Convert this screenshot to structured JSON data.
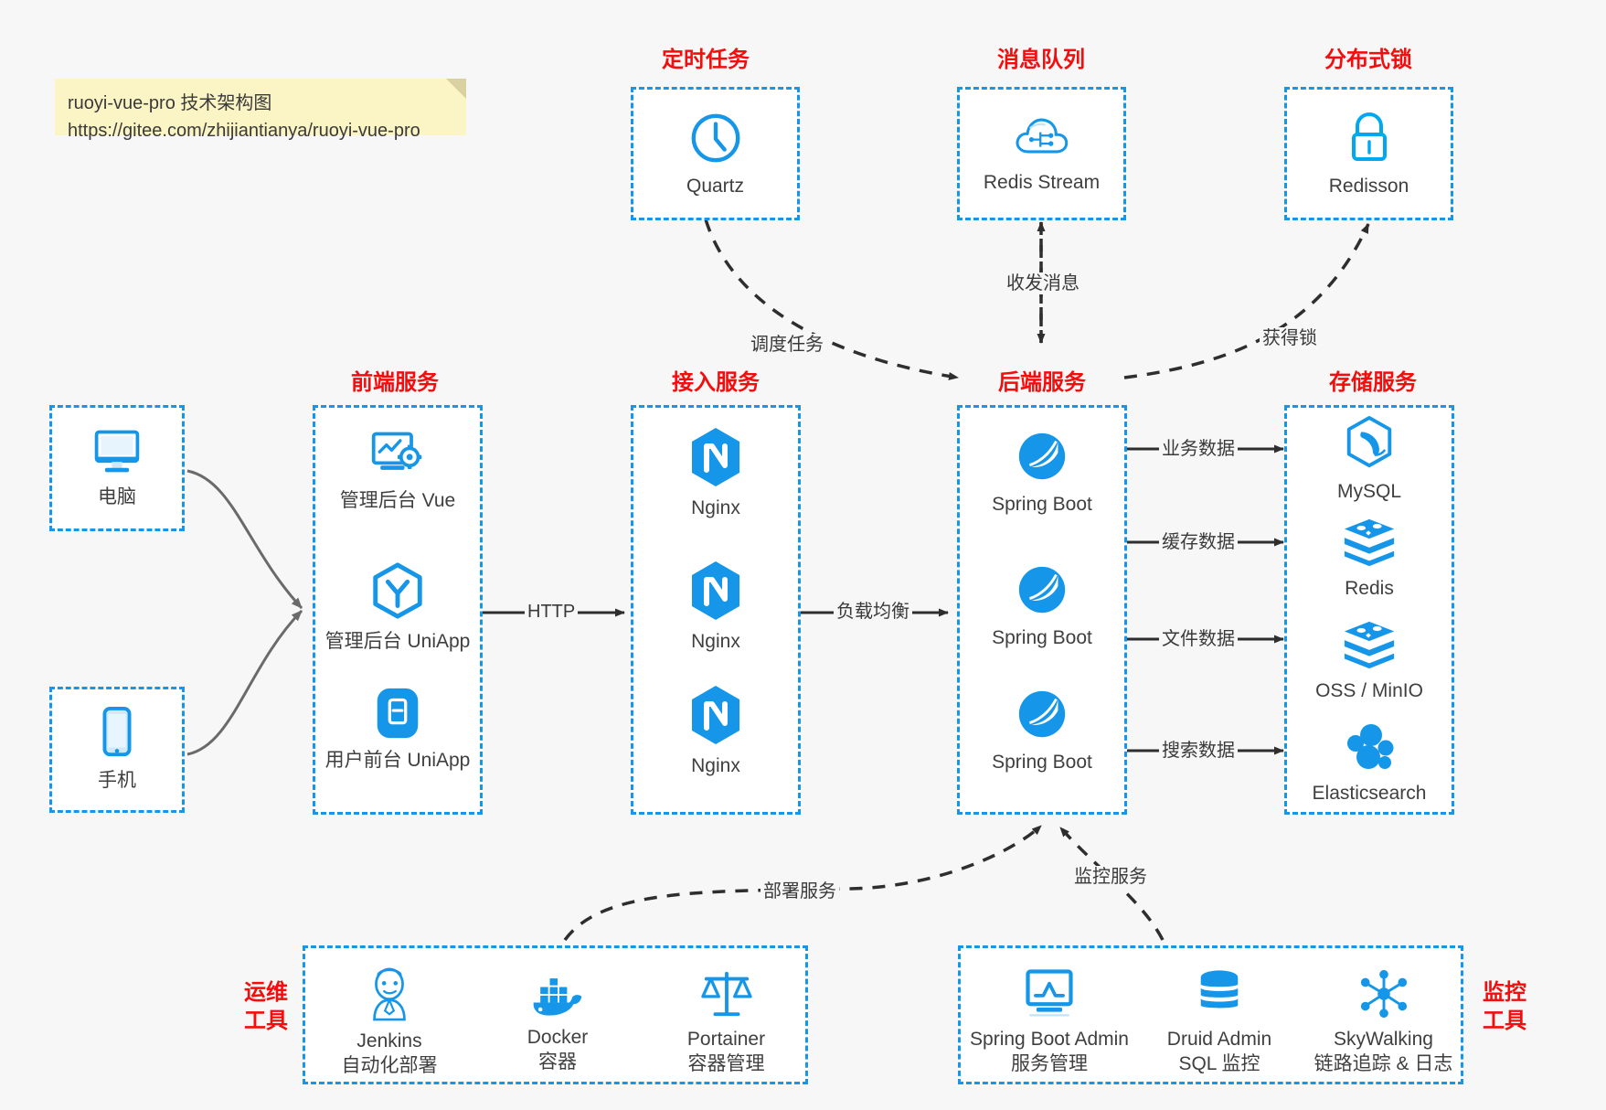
{
  "note": {
    "line1": "ruoyi-vue-pro 技术架构图",
    "line2": "https://gitee.com/zhijiantianya/ruoyi-vue-pro"
  },
  "colors": {
    "accent": "#1596e8",
    "title_red": "#f40d0d",
    "canvas": "#f7f7f7",
    "box_fill": "#ffffff",
    "note_fill": "#fbf4c4",
    "edge": "#3a3a3a"
  },
  "groups": {
    "scheduler": {
      "title": "定时任务",
      "nodes": [
        {
          "label": "Quartz",
          "icon": "clock-icon"
        }
      ]
    },
    "mq": {
      "title": "消息队列",
      "nodes": [
        {
          "label": "Redis Stream",
          "icon": "cloud-stream-icon"
        }
      ]
    },
    "lock": {
      "title": "分布式锁",
      "nodes": [
        {
          "label": "Redisson",
          "icon": "lock-icon"
        }
      ]
    },
    "clients": {
      "nodes": [
        {
          "label": "电脑",
          "icon": "desktop-monitor-icon"
        },
        {
          "label": "手机",
          "icon": "mobile-phone-icon"
        }
      ]
    },
    "frontend": {
      "title": "前端服务",
      "nodes": [
        {
          "label": "管理后台 Vue",
          "icon": "dashboard-gear-icon"
        },
        {
          "label": "管理后台 UniApp",
          "icon": "vue-hexagon-icon"
        },
        {
          "label": "用户前台 UniApp",
          "icon": "mobile-app-icon"
        }
      ]
    },
    "gateway": {
      "title": "接入服务",
      "nodes": [
        {
          "label": "Nginx",
          "icon": "nginx-icon"
        },
        {
          "label": "Nginx",
          "icon": "nginx-icon"
        },
        {
          "label": "Nginx",
          "icon": "nginx-icon"
        }
      ]
    },
    "backend": {
      "title": "后端服务",
      "nodes": [
        {
          "label": "Spring Boot",
          "icon": "spring-boot-icon"
        },
        {
          "label": "Spring Boot",
          "icon": "spring-boot-icon"
        },
        {
          "label": "Spring Boot",
          "icon": "spring-boot-icon"
        }
      ]
    },
    "storage": {
      "title": "存储服务",
      "nodes": [
        {
          "label": "MySQL",
          "icon": "mysql-dolphin-icon"
        },
        {
          "label": "Redis",
          "icon": "redis-stack-icon"
        },
        {
          "label": "OSS / MinIO",
          "icon": "object-storage-icon"
        },
        {
          "label": "Elasticsearch",
          "icon": "elasticsearch-icon"
        }
      ]
    },
    "devops": {
      "title_line1": "运维",
      "title_line2": "工具",
      "nodes": [
        {
          "label": "Jenkins",
          "sublabel": "自动化部署",
          "icon": "jenkins-butler-icon"
        },
        {
          "label": "Docker",
          "sublabel": "容器",
          "icon": "docker-whale-icon"
        },
        {
          "label": "Portainer",
          "sublabel": "容器管理",
          "icon": "scales-icon"
        }
      ]
    },
    "monitoring": {
      "title_line1": "监控",
      "title_line2": "工具",
      "nodes": [
        {
          "label": "Spring Boot Admin",
          "sublabel": "服务管理",
          "icon": "monitor-chart-icon"
        },
        {
          "label": "Druid Admin",
          "sublabel": "SQL 监控",
          "icon": "database-cylinder-icon"
        },
        {
          "label": "SkyWalking",
          "sublabel": "链路追踪 & 日志",
          "icon": "skywalking-network-icon"
        }
      ]
    }
  },
  "edges": [
    {
      "id": "http",
      "label": "HTTP",
      "from": "frontend",
      "to": "gateway"
    },
    {
      "id": "lb",
      "label": "负载均衡",
      "from": "gateway",
      "to": "backend"
    },
    {
      "id": "schedule",
      "label": "调度任务",
      "from": "scheduler",
      "to": "backend"
    },
    {
      "id": "message",
      "label": "收发消息",
      "from": "mq",
      "to": "backend"
    },
    {
      "id": "getlock",
      "label": "获得锁",
      "from": "backend",
      "to": "lock"
    },
    {
      "id": "business-data",
      "label": "业务数据",
      "from": "backend",
      "to": "mysql"
    },
    {
      "id": "cache-data",
      "label": "缓存数据",
      "from": "backend",
      "to": "redis"
    },
    {
      "id": "file-data",
      "label": "文件数据",
      "from": "backend",
      "to": "oss"
    },
    {
      "id": "search-data",
      "label": "搜索数据",
      "from": "backend",
      "to": "elasticsearch"
    },
    {
      "id": "deploy",
      "label": "部署服务",
      "from": "devops",
      "to": "backend"
    },
    {
      "id": "monitor",
      "label": "监控服务",
      "from": "monitoring",
      "to": "backend"
    }
  ]
}
